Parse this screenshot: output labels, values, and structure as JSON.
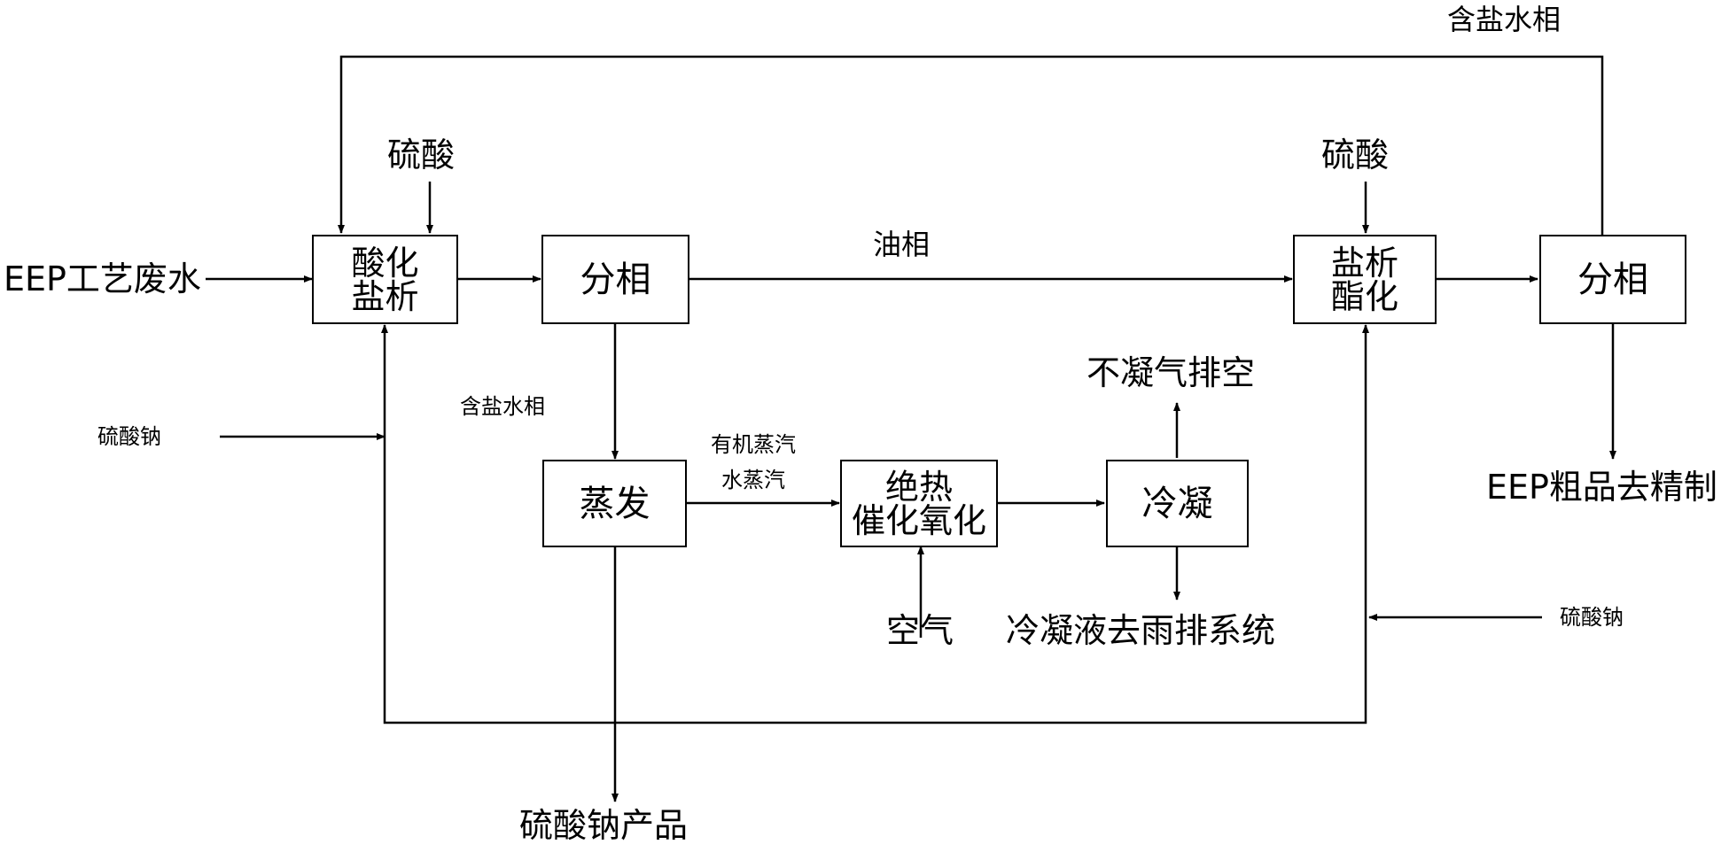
{
  "nodes": {
    "acidify_saltout": {
      "line1": "酸化",
      "line2": "盐析"
    },
    "phase_sep_1": {
      "text": "分相"
    },
    "saltout_esterify": {
      "line1": "盐析",
      "line2": "酯化"
    },
    "phase_sep_2": {
      "text": "分相"
    },
    "evaporation": {
      "text": "蒸发"
    },
    "adiabatic_catalytic_oxidation": {
      "line1": "绝热",
      "line2": "催化氧化"
    },
    "condensation": {
      "text": "冷凝"
    }
  },
  "labels": {
    "top_salt_water": "含盐水相",
    "sulfuric_acid_1": "硫酸",
    "sulfuric_acid_2": "硫酸",
    "eep_wastewater": "EEP工艺废水",
    "oil_phase": "油相",
    "salt_water_phase": "含盐水相",
    "sodium_sulfate_left": "硫酸钠",
    "sodium_sulfate_right": "硫酸钠",
    "organic_vapor": "有机蒸汽",
    "water_vapor": "水蒸汽",
    "noncondensable_gas": "不凝气排空",
    "eep_crude": "EEP粗品去精制",
    "air": "空气",
    "condensate": "冷凝液去雨排系统",
    "sodium_sulfate_product": "硫酸钠产品"
  }
}
